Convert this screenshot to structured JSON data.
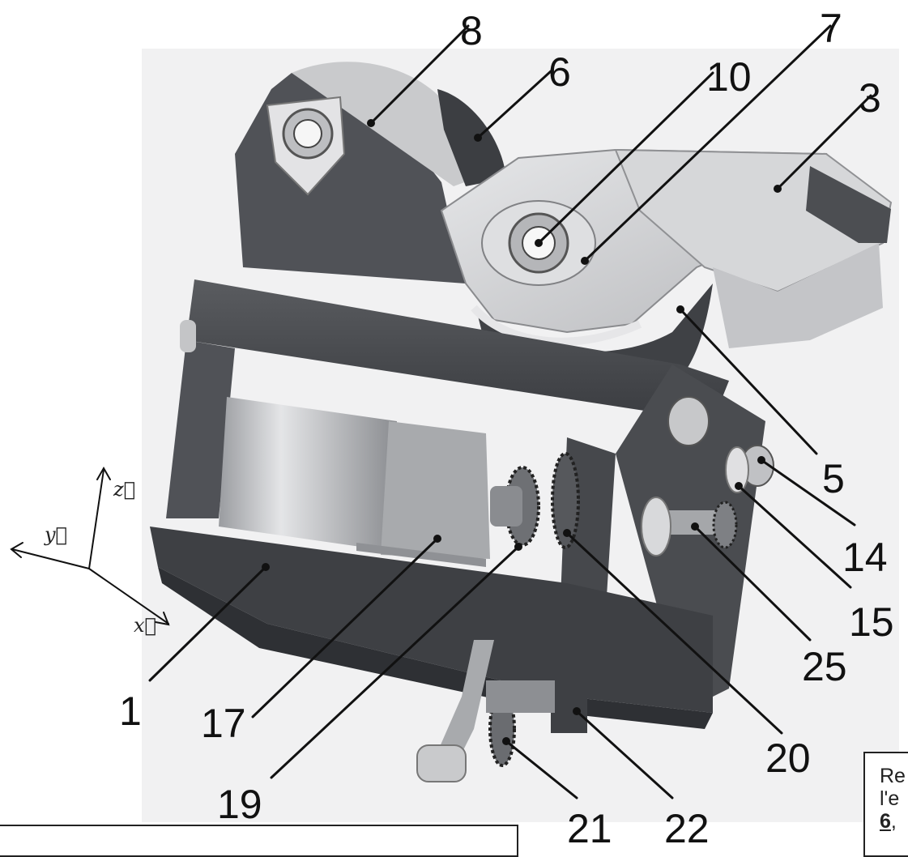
{
  "labels": {
    "l1": "1",
    "l3": "3",
    "l5": "5",
    "l6": "6",
    "l7": "7",
    "l8": "8",
    "l10": "10",
    "l14": "14",
    "l15": "15",
    "l17": "17",
    "l19": "19",
    "l20": "20",
    "l21": "21",
    "l22": "22",
    "l25": "25"
  },
  "axes": {
    "x": "x⃗",
    "y": "y⃗",
    "z": "z⃗"
  },
  "caption": {
    "line1": "Re",
    "line2": "l'e",
    "line3_ref": "6",
    "line3_rest": ","
  },
  "colors": {
    "frame": "#4a4c50",
    "light_part": "#cfd0d2",
    "motor": "#b8babd",
    "line": "#111111"
  }
}
